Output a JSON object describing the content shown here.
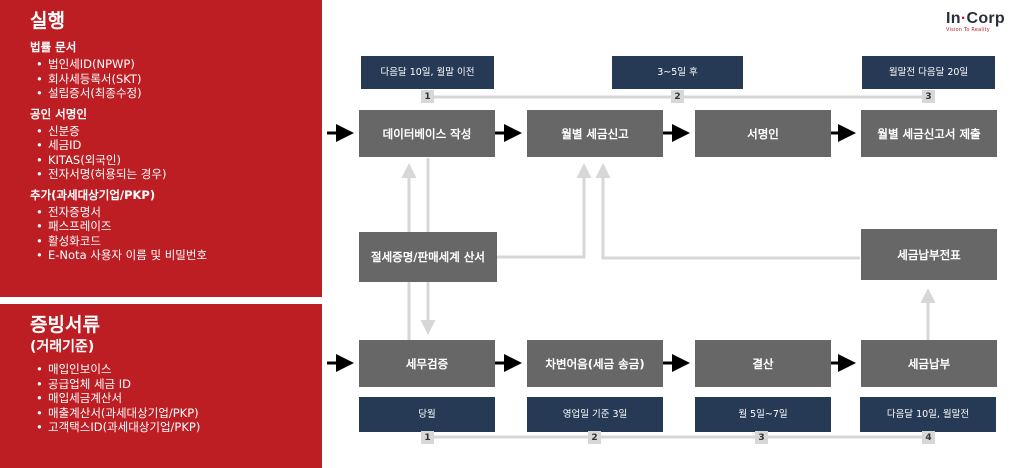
{
  "left_top": {
    "title": "실행",
    "sections": [
      {
        "title": "법률 문서",
        "items": [
          "법인세ID(NPWP)",
          "회사세등록서(SKT)",
          "설립증서(최종수정)"
        ]
      },
      {
        "title": "공인 서명인",
        "items": [
          "신분증",
          "세금ID",
          "KITAS(외국인)",
          "전자서명(허용되는 경우)"
        ]
      },
      {
        "title": "추가(과세대상기업/PKP)",
        "items": [
          "전자증명서",
          "패스프레이즈",
          "활성화코드",
          "E-Nota 사용자 이름 및 비밀번호"
        ]
      }
    ]
  },
  "left_bottom": {
    "title": "증빙서류",
    "subtitle": "(거래기준)",
    "items": [
      "매입인보이스",
      "공급업체 세금 ID",
      "매입세금계산서",
      "매출계산서(과세대상기업/PKP)",
      "고객택스ID(과세대상기업/PKP)"
    ]
  },
  "logo": {
    "text_a": "In",
    "dot": "·",
    "text_b": "Corp",
    "tagline": "Vision To Reality"
  },
  "top_timeline": {
    "labels": [
      "다음달 10일, 월말 이전",
      "3~5일 후",
      "월말전 다음달 20일"
    ],
    "numbers": [
      "1",
      "2",
      "3"
    ]
  },
  "top_row": [
    "데이터베이스 작성",
    "월별 세금신고",
    "서명인",
    "월별 세금신고서 제출"
  ],
  "middle_row": {
    "left": "절세증명/판매세계 산서",
    "right": "세금납부전표"
  },
  "bottom_row": [
    "세무검증",
    "차변어음(세금 송금)",
    "결산",
    "세금납부"
  ],
  "bottom_timeline": {
    "labels": [
      "당월",
      "영업일 기준 3일",
      "월 5일~7일",
      "다음달 10일, 월말전"
    ],
    "numbers": [
      "1",
      "2",
      "3",
      "4"
    ]
  },
  "colors": {
    "red": "#bd1e24",
    "grey_box": "#676767",
    "navy_box": "#263a55",
    "connector": "#d7d7d7"
  }
}
